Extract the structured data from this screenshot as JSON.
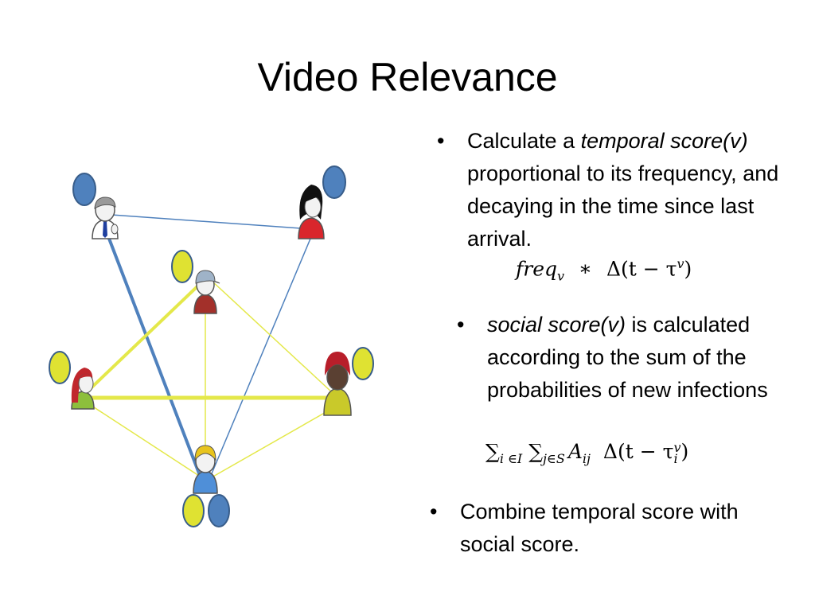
{
  "slide": {
    "title": "Video Relevance",
    "bullet1": {
      "prefix": "Calculate a ",
      "term": "temporal score(v)",
      "rest": "proportional to its frequency, and decaying in the time since last arrival."
    },
    "formula1": {
      "freq": "freq",
      "freq_sub": "v",
      "op": "∗",
      "delta": "Δ(t − τ",
      "tau_sup": "v",
      "close": ")"
    },
    "bullet2": {
      "term": "social score(v)",
      "rest": " is calculated according to the sum of the probabilities of new infections"
    },
    "formula2": {
      "sum1": "∑",
      "sum1_sub": "i ∈I",
      "sum2": "∑",
      "sum2_sub": "j∈S",
      "A": "A",
      "A_sub": "ij",
      "delta": "Δ(t − τ",
      "tau_sup": "v",
      "tau_sub": "i",
      "close": ")"
    },
    "bullet3": {
      "text": "Combine temporal score with social score."
    }
  },
  "diagram": {
    "colors": {
      "blue_node": "#4f81bd",
      "yellow_node": "#dfe232",
      "node_outline": "#385d8a",
      "edge_blue": "#4f81bd",
      "edge_yellow": "#e4e84a"
    },
    "people": [
      {
        "name": "person-businessman",
        "hair": "#9a9a9a",
        "shirt": "#ffffff",
        "face": "#f2f2f2",
        "tie": "#1f3f9f"
      },
      {
        "name": "person-woman-black-hair",
        "hair": "#111111",
        "shirt": "#d9262c",
        "face": "#f2f2f2"
      },
      {
        "name": "person-cap",
        "hair": "#9fb3c8",
        "shirt": "#a3302a",
        "face": "#f2f2f2"
      },
      {
        "name": "person-red-hair-left",
        "hair": "#c0272d",
        "shirt": "#8dbf3c",
        "face": "#f2f2f2"
      },
      {
        "name": "person-red-hair-right",
        "hair": "#b81e2a",
        "shirt": "#c9c92a",
        "face": "#5a4032"
      },
      {
        "name": "person-blond",
        "hair": "#e8c41d",
        "shirt": "#4f8fd8",
        "face": "#f2f2f2"
      }
    ]
  }
}
